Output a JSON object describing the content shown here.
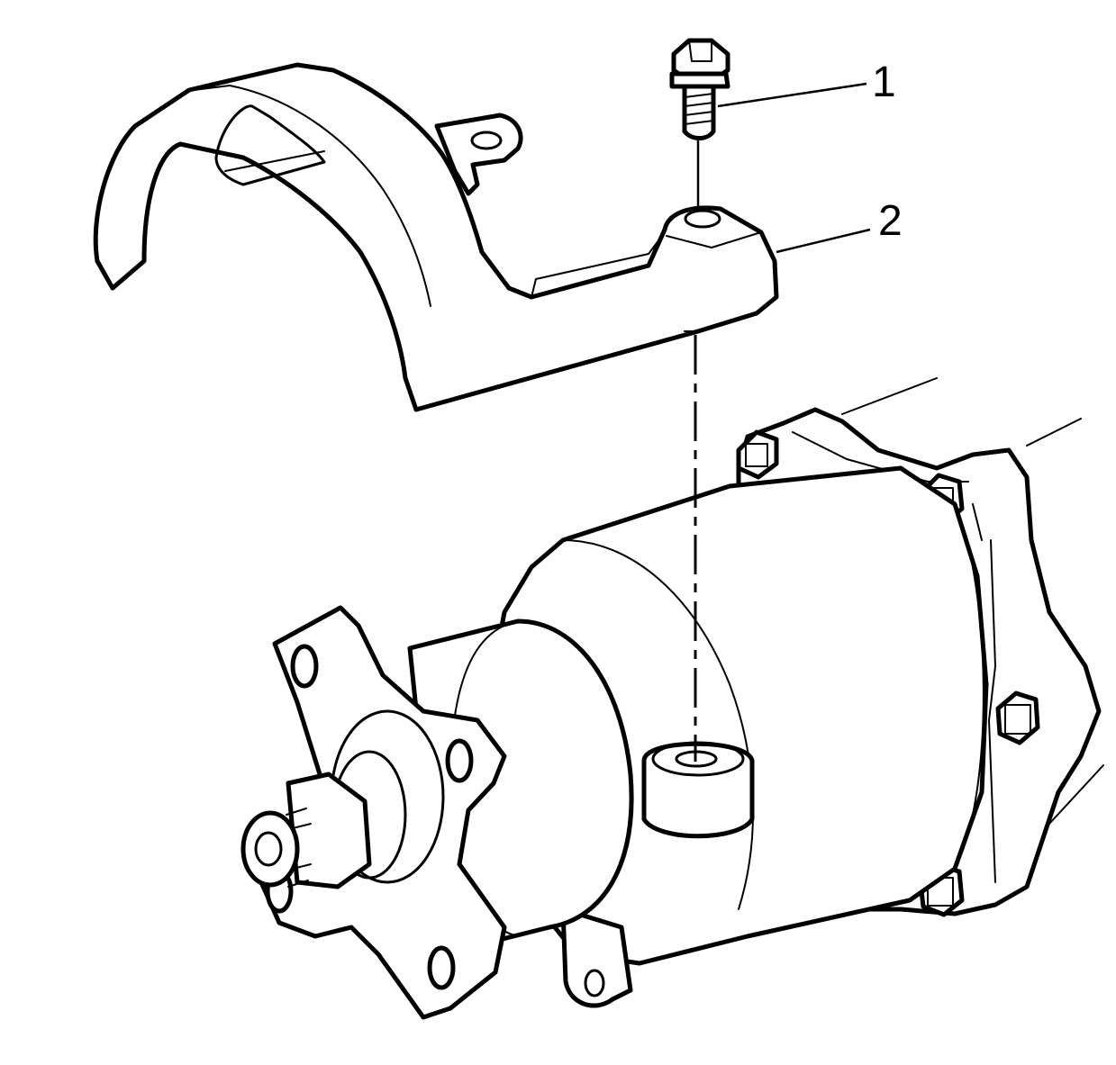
{
  "callouts": [
    {
      "number": "1",
      "part": "bolt"
    },
    {
      "number": "2",
      "part": "starter-motor-shield"
    }
  ],
  "colors": {
    "line": "#000000",
    "background": "#ffffff"
  }
}
